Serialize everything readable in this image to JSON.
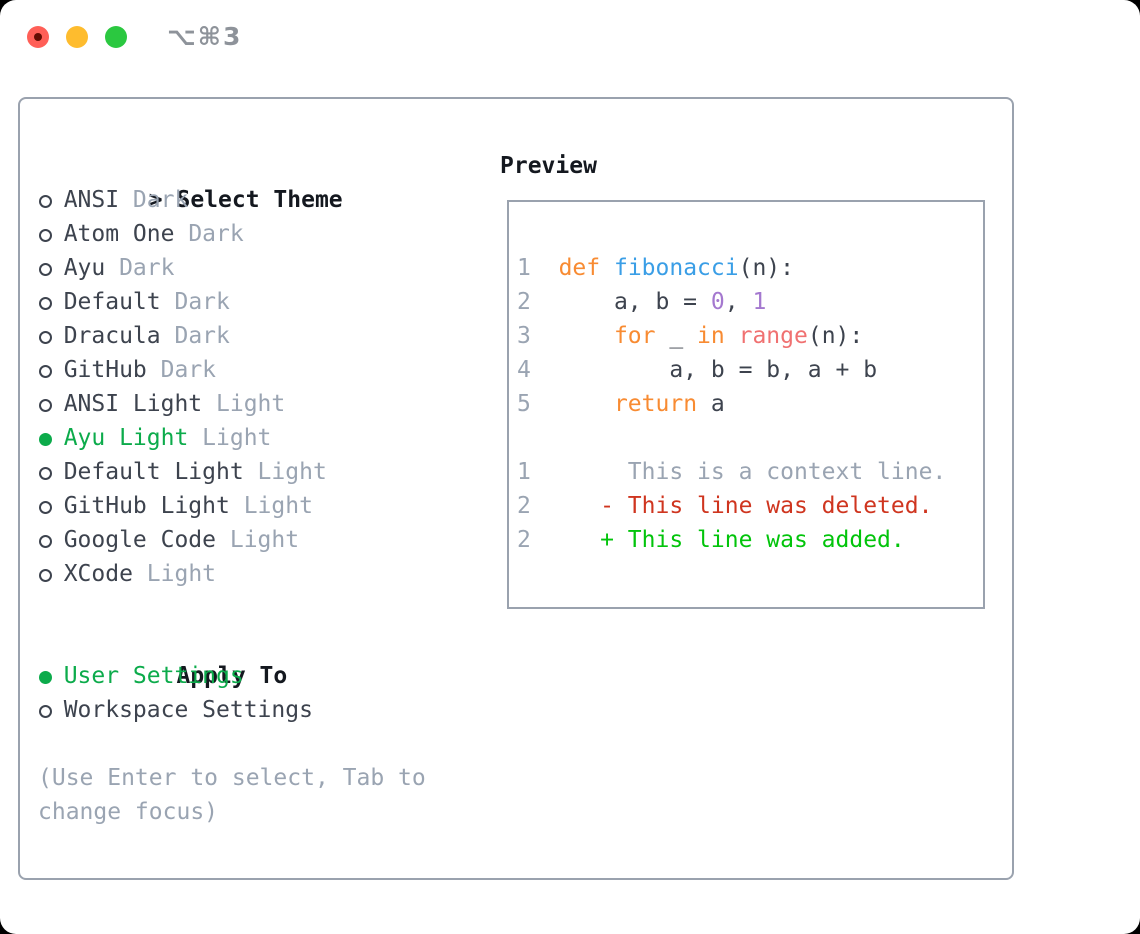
{
  "titlebar": {
    "title": "⌥⌘3",
    "colors": {
      "close": "#ff5f57",
      "minimize": "#febc2e",
      "zoom": "#2bc840"
    }
  },
  "colors": {
    "panel_border": "#9aa2ae",
    "heading": "#14181f",
    "text": "#3d434e",
    "muted": "#9aa4b2",
    "selected_green": "#0cab4b",
    "syntax_keyword": "#f88b32",
    "syntax_function": "#3a9ee6",
    "syntax_constant": "#a478cf",
    "syntax_special": "#f07171",
    "diff_deleted": "#cf351f",
    "diff_added": "#02c40b"
  },
  "theme_list": {
    "cursor": ">",
    "title": "Select Theme",
    "items": [
      {
        "name": "ANSI",
        "variant": "Dark",
        "selected": false
      },
      {
        "name": "Atom One",
        "variant": "Dark",
        "selected": false
      },
      {
        "name": "Ayu",
        "variant": "Dark",
        "selected": false
      },
      {
        "name": "Default",
        "variant": "Dark",
        "selected": false
      },
      {
        "name": "Dracula",
        "variant": "Dark",
        "selected": false
      },
      {
        "name": "GitHub",
        "variant": "Dark",
        "selected": false
      },
      {
        "name": "ANSI Light",
        "variant": "Light",
        "selected": false
      },
      {
        "name": "Ayu Light",
        "variant": "Light",
        "selected": true
      },
      {
        "name": "Default Light",
        "variant": "Light",
        "selected": false
      },
      {
        "name": "GitHub Light",
        "variant": "Light",
        "selected": false
      },
      {
        "name": "Google Code",
        "variant": "Light",
        "selected": false
      },
      {
        "name": "XCode",
        "variant": "Light",
        "selected": false
      }
    ]
  },
  "apply_to": {
    "title": "Apply To",
    "options": [
      {
        "label": "User Settings",
        "selected": true
      },
      {
        "label": "Workspace Settings",
        "selected": false
      }
    ]
  },
  "hint": {
    "text": "(Use Enter to select, Tab to change focus)"
  },
  "preview": {
    "title": "Preview",
    "code_lines": [
      {
        "num": "1",
        "segments": [
          [
            "  ",
            "plain"
          ],
          [
            "def",
            "kw"
          ],
          [
            " ",
            "plain"
          ],
          [
            "fibonacci",
            "fn"
          ],
          [
            "(n):",
            "plain"
          ]
        ]
      },
      {
        "num": "2",
        "segments": [
          [
            "      a, b = ",
            "plain"
          ],
          [
            "0",
            "const"
          ],
          [
            ", ",
            "plain"
          ],
          [
            "1",
            "const"
          ]
        ]
      },
      {
        "num": "3",
        "segments": [
          [
            "      ",
            "plain"
          ],
          [
            "for",
            "kw"
          ],
          [
            " _ ",
            "plain"
          ],
          [
            "in",
            "kw"
          ],
          [
            " ",
            "plain"
          ],
          [
            "range",
            "special"
          ],
          [
            "(n):",
            "plain"
          ]
        ]
      },
      {
        "num": "4",
        "segments": [
          [
            "          a, b = b, a + b",
            "plain"
          ]
        ]
      },
      {
        "num": "5",
        "segments": [
          [
            "      ",
            "plain"
          ],
          [
            "return",
            "kw"
          ],
          [
            " a",
            "plain"
          ]
        ]
      },
      {
        "num": "",
        "segments": []
      },
      {
        "num": "1",
        "segments": [
          [
            "       This is a context line.",
            "ctx"
          ]
        ]
      },
      {
        "num": "2",
        "segments": [
          [
            "     - This line was deleted.",
            "del"
          ]
        ]
      },
      {
        "num": "2",
        "segments": [
          [
            "     + This line was added.",
            "add"
          ]
        ]
      }
    ]
  }
}
